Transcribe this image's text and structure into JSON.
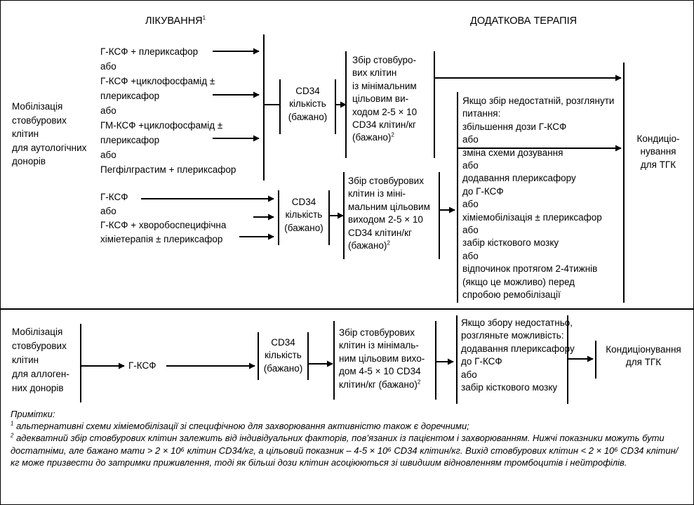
{
  "headers": {
    "treatment": "ЛІКУВАННЯ",
    "treatment_sup": "1",
    "additional": "ДОДАТКОВА ТЕРАПІЯ"
  },
  "auto": {
    "label": [
      "Мобілізація",
      "стовбурових",
      "клітин",
      "для аутологічних",
      "донорів"
    ],
    "regimens_a": [
      "Г-КСФ + плериксафор",
      "або",
      "Г-КСФ +циклофосфамід ±",
      "плериксафор",
      "або",
      "ГМ-КСФ +циклофосфамід ±",
      "плериксафор",
      "або",
      "Пегфілграстим + плериксафор"
    ],
    "regimens_b": [
      "Г-КСФ",
      "або",
      "Г-КСФ + хворобоспецифічна",
      "хіміетерапія ± плериксафор"
    ],
    "cd34_a": [
      "CD34",
      "кількість",
      "(бажано)"
    ],
    "cd34_b": [
      "CD34",
      "кількість",
      "(бажано)"
    ],
    "collect_a": [
      "Збір стовбуро-",
      "вих клітин",
      "із мінімальним",
      "цільовим ви-",
      "ходом 2-5 × 10",
      "CD34 клітин/кг",
      "(бажано)"
    ],
    "collect_a_sup": "2",
    "collect_b": [
      "Збір стовбурових",
      "клітин із міні-",
      "мальним цільовим",
      "виходом 2-5 × 10",
      "CD34 клітин/кг",
      "(бажано)"
    ],
    "collect_b_sup": "2",
    "insufficient": [
      "Якщо збір недостатній, розглянути",
      "питання:",
      "збільшення дози Г-КСФ",
      "або",
      "зміна схеми дозування",
      "або",
      "додавання плериксафору",
      "до Г-КСФ",
      "або",
      "хіміемобілізація ± плериксафор",
      "або",
      "забір кісткового мозку",
      "або",
      "відпочинок протягом 2-4тижнів",
      "(якщо це можливо) перед",
      "спробою ремобілізації"
    ],
    "conditioning": [
      "Кондиціо-",
      "нування",
      "для ТГК"
    ]
  },
  "allo": {
    "label": [
      "Мобілізація",
      "стовбурових",
      "клітин",
      "для аллоген-",
      "них донорів"
    ],
    "regimen": "Г-КСФ",
    "cd34": [
      "CD34",
      "кількість",
      "(бажано)"
    ],
    "collect": [
      "Збір стовбурових",
      "клітин із мінімаль-",
      "ним цільовим вихо-",
      "дом 4-5 × 10 CD34",
      "клітин/кг (бажано)"
    ],
    "collect_sup": "2",
    "insufficient": [
      "Якщо збору недостатньо,",
      "розгляньте можливість:",
      "додавання плериксафору",
      "до Г-КСФ",
      "або",
      "забір кісткового мозку"
    ],
    "conditioning": [
      "Кондиціонування",
      "для ТГК"
    ]
  },
  "notes": {
    "title": "Примітки:",
    "note1_mark": "1",
    "note1": "альтернативні схеми хіміемобілізації зі специфічною для захворювання активністю також є доречними;",
    "note2_mark": "2",
    "note2": "адекватний збір стовбурових клітин залежить від індивідуальних факторів, пов’язаних із пацієнтом і захворюванням. Нижчі показники можуть бути достатніми, але бажано мати > 2 × 10⁶ клітин CD34/кг, а цільовий показник – 4-5 × 10⁶ CD34 клітин/кг. Вихід стовбурових клітин < 2 × 10⁶ CD34 клітин/кг може призвести до затримки приживлення, тоді як більші дози клітин асоціюються зі швидшим відновленням тромбоцитів і нейтрофілів."
  }
}
